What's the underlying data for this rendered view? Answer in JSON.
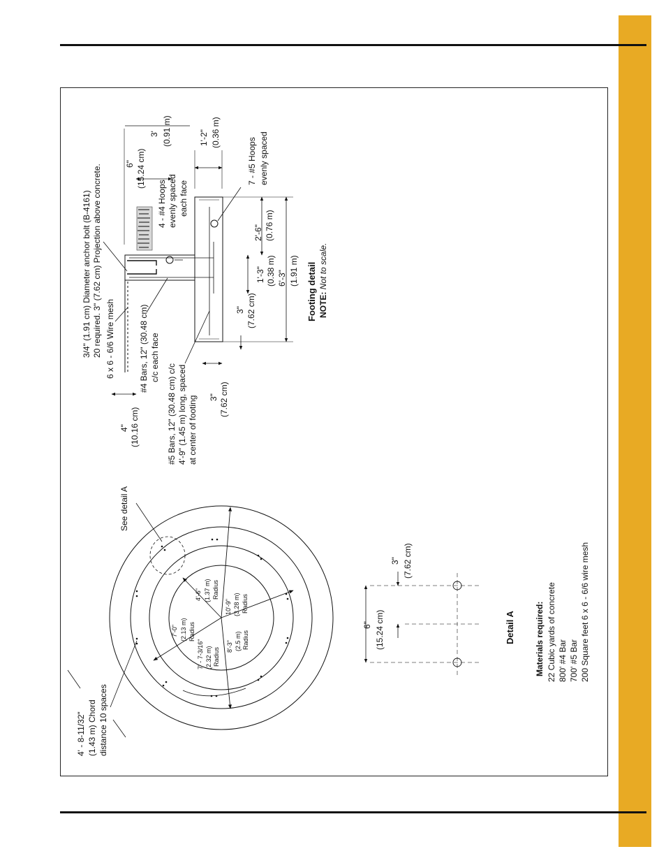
{
  "colors": {
    "tab": "#e8aa24",
    "ink": "#111111",
    "grid": "#777777"
  },
  "footing_detail": {
    "title": "Footing detail",
    "note_bold": "NOTE:",
    "note_text": "Not to scale.",
    "anchor_bolt_line1": "3/4\" (1.91 cm) Diameter anchor bolt (B-4161)",
    "anchor_bolt_line2": "20 required. 3\" (7.62 cm) Projection above concrete.",
    "wire_mesh": "6 x 6 - 6/6 Wire mesh",
    "dim_4in": "4\"",
    "dim_4in_metric": "(10.16 cm)",
    "bars4_line1": "#4 Bars, 12\" (30.48 cm)",
    "bars4_line2": "c/c each face",
    "bars5_line1": "#5 Bars, 12\" (30.48 cm) c/c",
    "bars5_line2": "4'-9\" (1.45 m) long, spaced",
    "bars5_line3": "at center of footing",
    "dim_3in_bottom": "3\"",
    "dim_3in_bottom_metric": "(7.62 cm)",
    "dim_3in_side": "3\"",
    "dim_3in_side_metric": "(7.62 cm)",
    "dim_1_3": "1'-3\"",
    "dim_1_3_metric": "(0.38 m)",
    "dim_6_3": "6'-3\"",
    "dim_6_3_metric": "(1.91 m)",
    "dim_2_6": "2'-6\"",
    "dim_2_6_metric": "(0.76 m)",
    "dim_6in": "6\"",
    "dim_6in_metric": "(15.24 cm)",
    "hoops4_line1": "4 - #4 Hoops",
    "hoops4_line2": "evenly spaced",
    "hoops4_line3": "each face",
    "dim_3ft": "3'",
    "dim_3ft_metric": "(0.91 m)",
    "dim_1_2": "1'-2\"",
    "dim_1_2_metric": "(0.36 m)",
    "hoops5_line1": "7 - #5 Hoops",
    "hoops5_line2": "evenly spaced"
  },
  "plan_view": {
    "see_detail": "See detail A",
    "chord_line1": "4' - 8-11/32\"",
    "chord_line2": "(1.43 m) Chord",
    "chord_line3": "distance 10 spaces",
    "r1_line1": "7'-0\"",
    "r1_line2": "(2.13 m)",
    "r1_line3": "Radius",
    "r2_line1": "4'-6\"",
    "r2_line2": "(1.37 m)",
    "r2_line3": "Radius",
    "r3_line1": "7' - 7-3/16\"",
    "r3_line2": "(2.32 m)",
    "r3_line3": "Radius",
    "r4_line1": "10'-9\"",
    "r4_line2": "(3.28 m)",
    "r4_line3": "Radius",
    "r5_line1": "8'-3\"",
    "r5_line2": "(2.5 m)",
    "r5_line3": "Radius"
  },
  "detail_a": {
    "title": "Detail A",
    "dim_3in": "3\"",
    "dim_3in_metric": "(7.62 cm)",
    "dim_6in": "6\"",
    "dim_6in_metric": "(15.24 cm)"
  },
  "materials": {
    "heading": "Materials required:",
    "items": [
      "22 Cubic yards of concrete",
      "800' #4 Bar",
      "700' #5 Bar",
      "200 Square feet 6 x 6 - 6/6 wire mesh"
    ]
  }
}
